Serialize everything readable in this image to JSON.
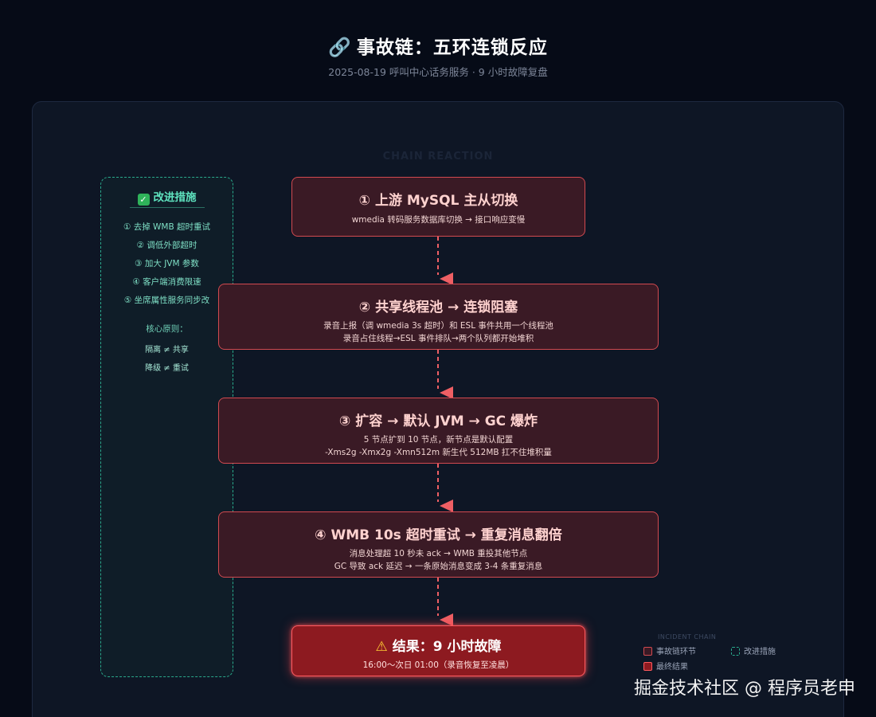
{
  "header": {
    "icon": "link-icon",
    "title": "事故链：五环连锁反应",
    "subtitle": "2025-08-19 呼叫中心话务服务 · 9 小时故障复盘"
  },
  "panel": {
    "caption": "CHAIN REACTION"
  },
  "improvements": {
    "title": "改进措施",
    "items": [
      "① 去掉 WMB 超时重试",
      "② 调低外部超时",
      "③ 加大 JVM 参数",
      "④ 客户端消费限速",
      "⑤ 坐席属性服务同步改"
    ],
    "principle_label": "核心原则：",
    "principles": [
      "隔离 ≠ 共享",
      "降级 ≠ 重试"
    ]
  },
  "chain": [
    {
      "title": "① 上游 MySQL 主从切换",
      "lines": [
        "wmedia 转码服务数据库切换 → 接口响应变慢"
      ]
    },
    {
      "title": "② 共享线程池 → 连锁阻塞",
      "lines": [
        "录音上报（调 wmedia 3s 超时）和 ESL 事件共用一个线程池",
        "录音占住线程→ESL 事件排队→两个队列都开始堆积"
      ]
    },
    {
      "title": "③ 扩容 → 默认 JVM → GC 爆炸",
      "lines": [
        "5 节点扩到 10 节点，新节点是默认配置",
        "-Xms2g -Xmx2g -Xmn512m 新生代 512MB 扛不住堆积量"
      ]
    },
    {
      "title": "④ WMB 10s 超时重试 → 重复消息翻倍",
      "lines": [
        "消息处理超 10 秒未 ack → WMB 重投其他节点",
        "GC 导致 ack 延迟 → 一条原始消息变成 3-4 条重复消息"
      ]
    }
  ],
  "result": {
    "title": "结果：9 小时故障",
    "lines": [
      "16:00～次日 01:00（录音恢复至凌晨）"
    ]
  },
  "legend": {
    "caption": "INCIDENT CHAIN",
    "chain_label": "事故链环节",
    "improve_label": "改进措施",
    "final_label": "最终结果"
  },
  "watermark": "掘金技术社区 @ 程序员老申",
  "colors": {
    "chain_fill": "#3a1a25",
    "chain_border": "#d24a50",
    "final_fill": "#8d1a20",
    "final_border": "#ff5a5f",
    "improve_border": "#2aa98c",
    "connector": "#ee5f64"
  }
}
